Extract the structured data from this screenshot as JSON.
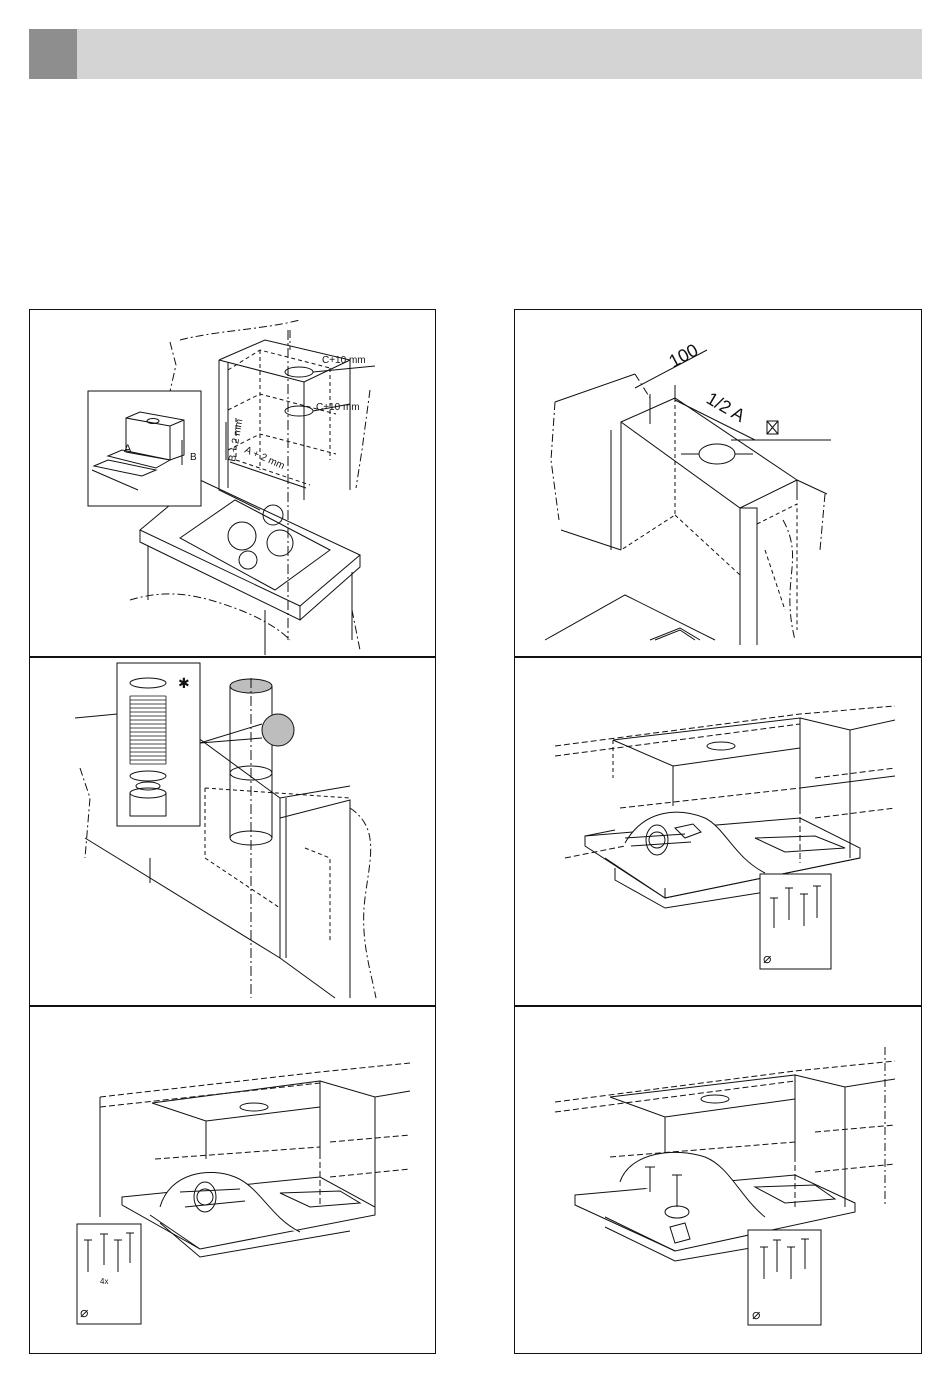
{
  "figure1": {
    "dim_c10_top": "C+10 mm",
    "dim_c10_mid": "C+10 mm",
    "dim_b2": "B + 2 mm",
    "dim_a2": "A + 2 mm",
    "label_a": "A",
    "label_b": "B"
  },
  "figure2": {
    "dim_100": "100",
    "dim_half_a": "1/2 A",
    "diameter_symbol": "⌀"
  },
  "figure3": {
    "asterisk": "✱"
  },
  "figure4": {
    "diameter_symbol": "⌀"
  },
  "figure5": {
    "diameter_symbol": "⌀",
    "count": "4x"
  },
  "figure6": {
    "diameter_symbol": "⌀"
  }
}
